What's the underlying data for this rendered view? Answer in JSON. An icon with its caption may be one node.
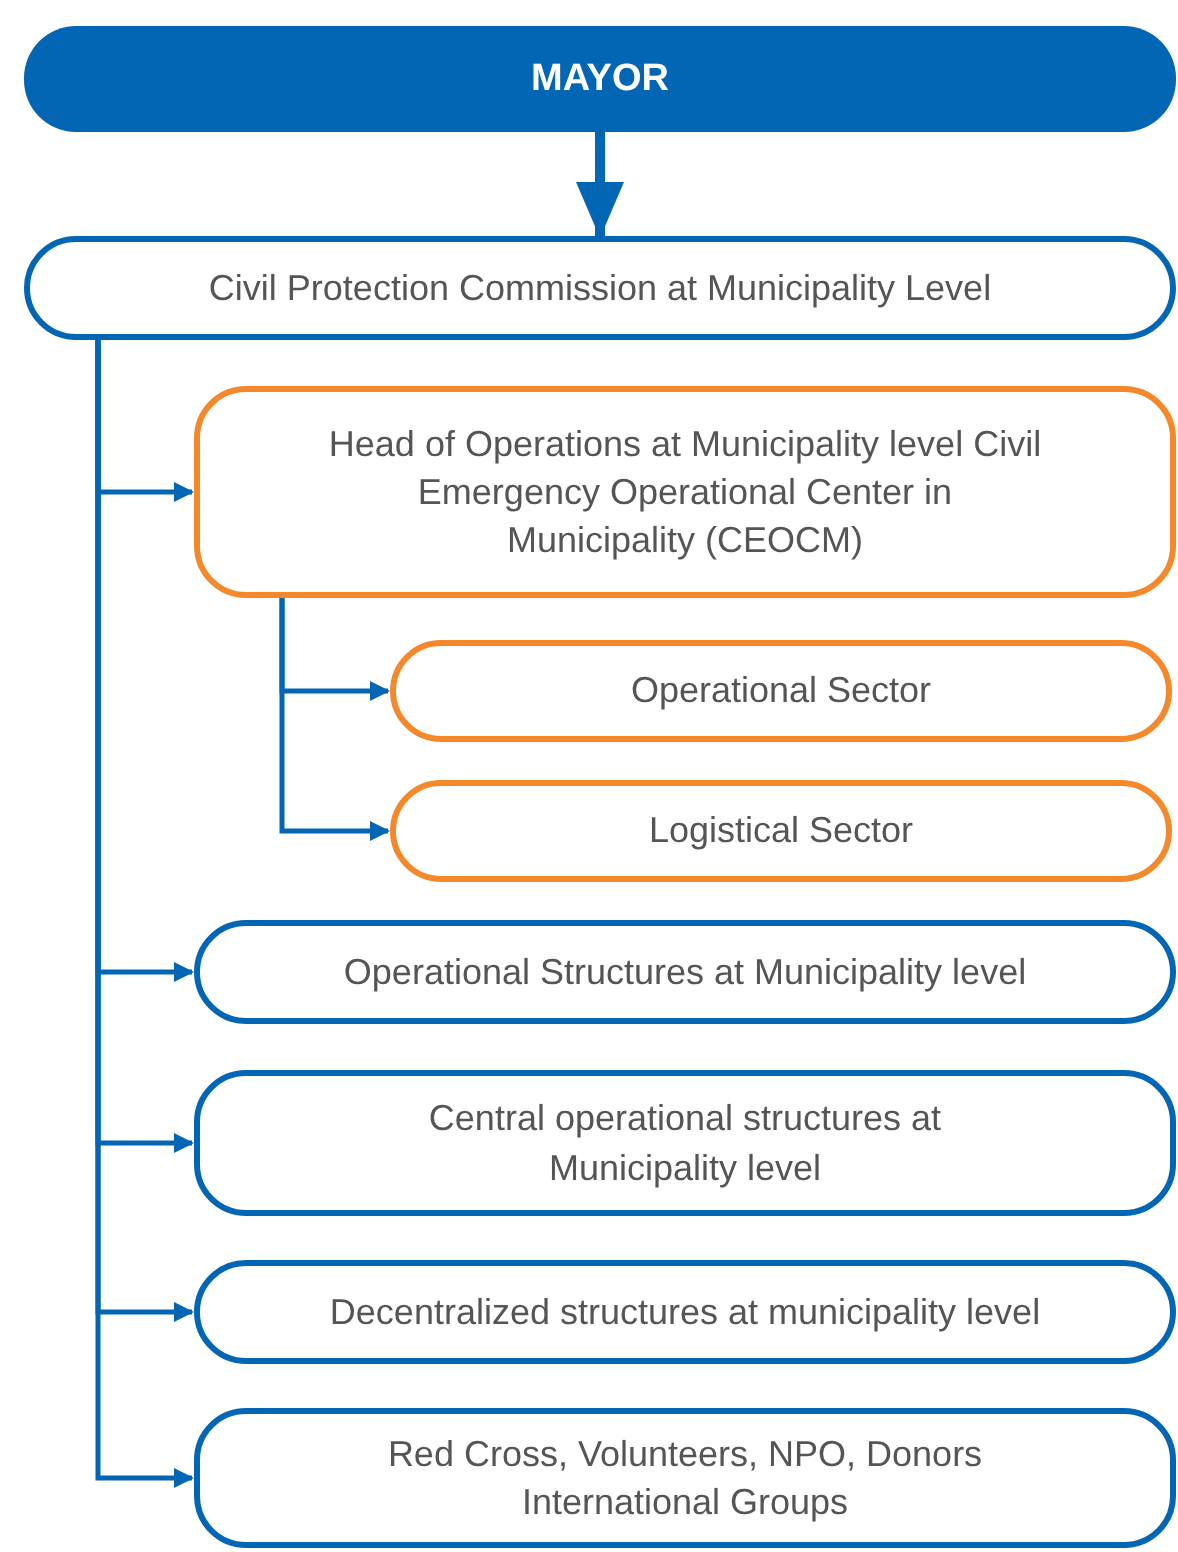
{
  "diagram": {
    "nodes": [
      {
        "text": [
          "MAYOR"
        ]
      },
      {
        "text": [
          "Civil Protection Commission at Municipality Level"
        ]
      },
      {
        "text": [
          "Head of Operations at Municipality level Civil Emergency Operational Center in Municipality (CEOCM)"
        ]
      },
      {
        "text": [
          "Operational Sector"
        ]
      },
      {
        "text": [
          "Logistical Sector"
        ]
      },
      {
        "text": [
          "Operational Structures at Municipality level"
        ]
      },
      {
        "text": [
          "Central operational structures at Municipality level"
        ]
      },
      {
        "text": [
          "Decentralized structures at municipality level"
        ]
      },
      {
        "text": [
          "Red Cross, Volunteers, NPO, Donors International Groups"
        ]
      }
    ],
    "edges": [
      {
        "from": 0,
        "to": 1,
        "arrow": "to",
        "style": "thick"
      },
      {
        "from": 1,
        "to": 2,
        "arrow": "to"
      },
      {
        "from": 2,
        "to": 3,
        "arrow": "to"
      },
      {
        "from": 2,
        "to": 4,
        "arrow": "to"
      },
      {
        "from": 1,
        "to": 5,
        "arrow": "to"
      },
      {
        "from": 1,
        "to": 6,
        "arrow": "to"
      },
      {
        "from": 1,
        "to": 7,
        "arrow": "to"
      },
      {
        "from": 1,
        "to": 8,
        "arrow": "to"
      }
    ]
  }
}
